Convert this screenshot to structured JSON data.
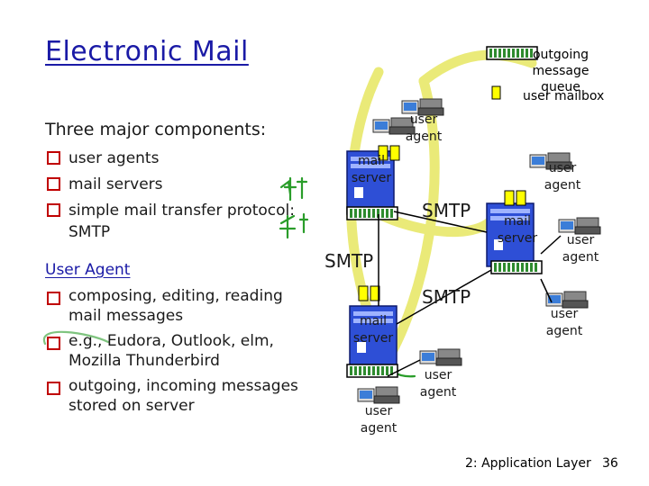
{
  "title": "Electronic Mail",
  "components": {
    "heading": "Three major components:",
    "items": [
      "user agents",
      "mail servers",
      "simple mail transfer protocol: SMTP"
    ]
  },
  "user_agent": {
    "heading": "User Agent",
    "items": [
      "composing, editing, reading mail messages",
      "e.g., Eudora, Outlook, elm, Mozilla Thunderbird",
      "outgoing, incoming messages stored on server"
    ]
  },
  "legend": {
    "queue_label": "outgoing message queue",
    "mailbox_label": "user mailbox"
  },
  "diagram": {
    "user_agent_label": "user agent",
    "mail_server_label": "mail server",
    "protocol_label": "SMTP"
  },
  "colors": {
    "title": "#1a1aa6",
    "queue_fill": "#2e8b2e",
    "mailbox_fill": "#ffff00",
    "computer_body": "#2e4fd6",
    "annotation_ink": "#2a9d2a",
    "highlight": "#e8e86a"
  },
  "footer": {
    "chapter": "2: Application Layer",
    "page": "36"
  }
}
